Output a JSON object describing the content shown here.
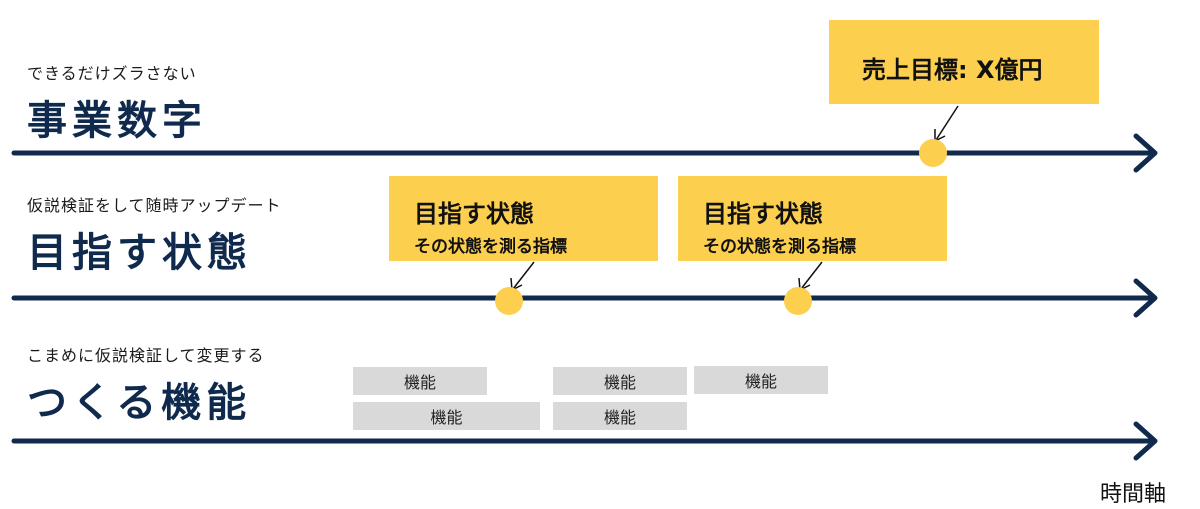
{
  "rows": [
    {
      "subtitle": "できるだけズラさない",
      "title": "事業数字"
    },
    {
      "subtitle": "仮説検証をして随時アップデート",
      "title": "目指す状態"
    },
    {
      "subtitle": "こまめに仮説検証して変更する",
      "title": "つくる機能"
    }
  ],
  "target_box": {
    "text": "売上目標: X億円"
  },
  "goal_boxes": [
    {
      "title": "目指す状態",
      "subtitle": "その状態を測る指標"
    },
    {
      "title": "目指す状態",
      "subtitle": "その状態を測る指標"
    }
  ],
  "features": [
    "機能",
    "機能",
    "機能",
    "機能",
    "機能"
  ],
  "axis_label": "時間軸",
  "colors": {
    "navy": "#0f2a4d",
    "yellow": "#fccf4f",
    "gray": "#d9d9d9"
  }
}
